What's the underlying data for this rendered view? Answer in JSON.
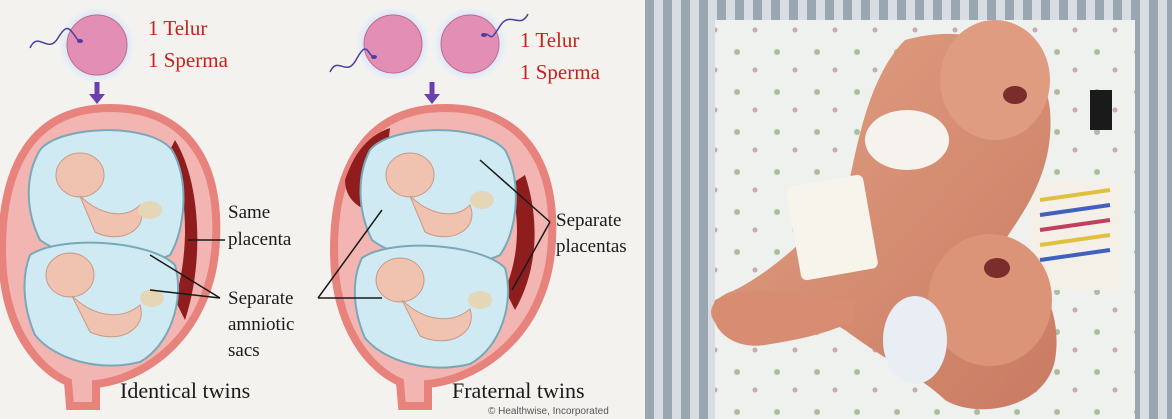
{
  "diagram": {
    "identical": {
      "line1": "1 Telur",
      "line2": "1 Sperma",
      "caption": "Identical twins"
    },
    "fraternal": {
      "line1": "1 Telur",
      "line2": "1 Sperma",
      "caption": "Fraternal twins"
    },
    "labels": {
      "same_placenta_1": "Same",
      "same_placenta_2": "placenta",
      "separate_sacs_1": "Separate",
      "separate_sacs_2": "amniotic",
      "separate_sacs_3": "sacs",
      "separate_placentas_1": "Separate",
      "separate_placentas_2": "placentas"
    },
    "credit": "© Healthwise, Incorporated"
  },
  "colors": {
    "egg": "#e38fb5",
    "egg_glow": "#b9d3f2",
    "arrow": "#6a3fb0",
    "uterus_wall": "#e8827c",
    "uterus_dark": "#8f1d1d",
    "sac": "#cfeaf3",
    "label_red": "#c0251a"
  }
}
